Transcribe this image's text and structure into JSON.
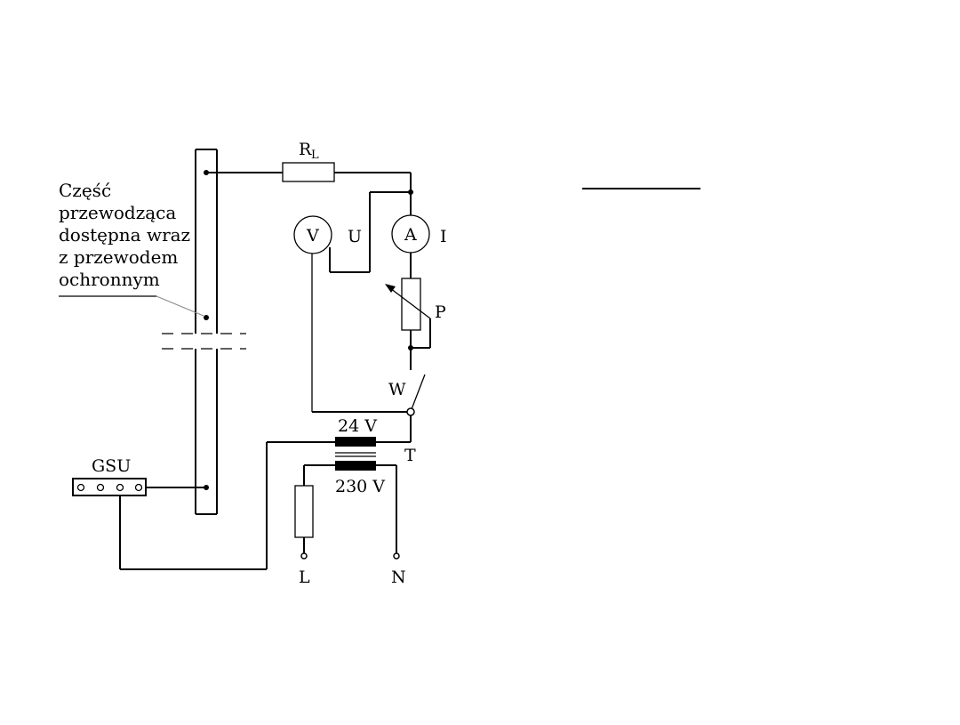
{
  "diagram": {
    "labels": {
      "resistor_RL": "R",
      "resistor_RL_sub": "L",
      "voltmeter": "V",
      "voltage": "U",
      "ammeter": "A",
      "current": "I",
      "potentiometer": "P",
      "switch": "W",
      "secondary_voltage": "24  V",
      "transformer": "T",
      "primary_voltage": "230  V",
      "terminal_L": "L",
      "terminal_N": "N",
      "terminal_block": "GSU"
    },
    "annotation": {
      "lines": [
        "Część",
        "przewodząca",
        "dostępna wraz",
        "z przewodem",
        "ochronnym"
      ]
    }
  }
}
